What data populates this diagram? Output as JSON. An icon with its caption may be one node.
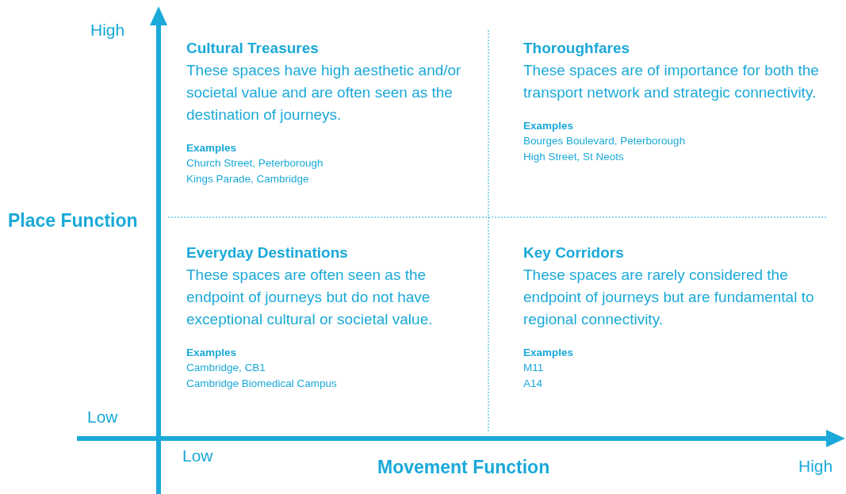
{
  "diagram": {
    "nodes": [
      {
        "text": [
          "Cultural Treasures",
          "These spaces have high aesthetic and/or societal value and are often seen as the destination of journeys.",
          "Examples",
          "Church Street, Peterborough",
          "Kings Parade, Cambridge"
        ]
      },
      {
        "text": [
          "Thoroughfares",
          "These spaces are of importance for both the transport network and strategic connectivity.",
          "Examples",
          "Bourges Boulevard, Peterborough",
          "High Street, St Neots"
        ]
      },
      {
        "text": [
          "Everyday Destinations",
          "These spaces are often seen as the endpoint of journeys but do not have exceptional cultural or societal value.",
          "Examples",
          "Cambridge, CB1",
          "Cambridge Biomedical Campus"
        ]
      },
      {
        "text": [
          "Key Corridors",
          "These spaces are rarely considered the endpoint of journeys but are fundamental to regional connectivity.",
          "Examples",
          "M11",
          "A14"
        ]
      }
    ],
    "labels": [
      "High",
      "Place Function",
      "Low",
      "Low",
      "Movement Function",
      "High"
    ]
  }
}
